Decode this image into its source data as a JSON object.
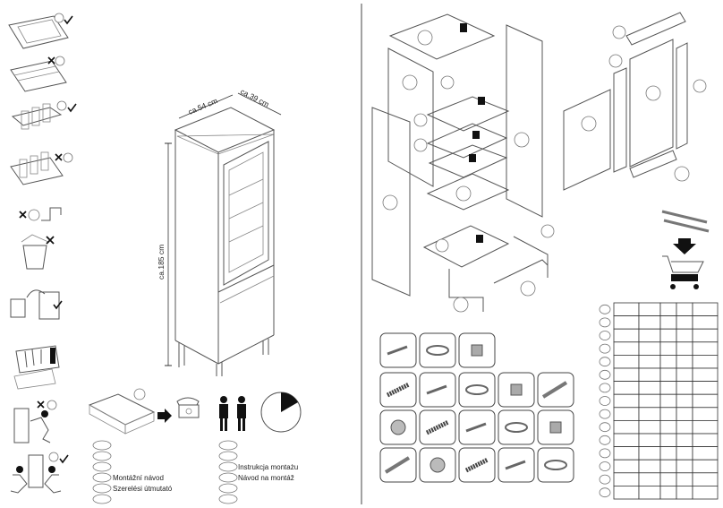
{
  "dimensions": {
    "width_label": "ca.54 cm",
    "depth_label": "ca.39 cm",
    "height_label": "ca.185 cm"
  },
  "languages": {
    "left": [
      "",
      "",
      "",
      "",
      "Montážní návod",
      "Szerelési útmutató"
    ],
    "right": [
      "",
      "",
      "Instrukcja montażu",
      "Návod na montáž"
    ]
  },
  "hardware_grid": {
    "rows": [
      3,
      5,
      5,
      5
    ]
  },
  "parts_table": {
    "rows": 15,
    "cols": 5
  },
  "icons": {
    "happy": "smiley-happy-icon",
    "sad": "smiley-sad-icon",
    "check": "check-icon",
    "cross": "cross-icon",
    "phone": "phone-icon",
    "people": "two-people-icon",
    "clock": "clock-icon",
    "cart": "shopping-cart-icon"
  }
}
